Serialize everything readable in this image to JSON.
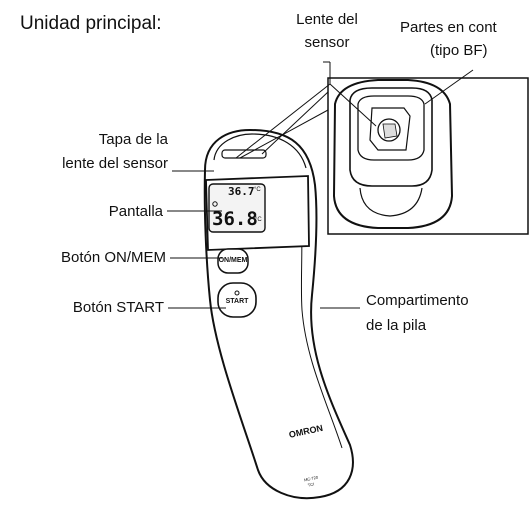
{
  "title": "Unidad principal:",
  "labels": {
    "sensor_lens_line1": "Lente del",
    "sensor_lens_line2": "sensor",
    "contact_parts_line1": "Partes en cont",
    "contact_parts_line2": "(tipo BF)",
    "lens_cover_line1": "Tapa de la",
    "lens_cover_line2": "lente del sensor",
    "display": "Pantalla",
    "on_mem_button": "Botón ON/MEM",
    "start_button": "Botón START",
    "battery_line1": "Compartimento",
    "battery_line2": "de la pila"
  },
  "device": {
    "screen_top_value": "36.7",
    "screen_top_unit": "°C",
    "screen_main_value": "36.8",
    "screen_main_unit": "°C",
    "on_mem_label": "ON/MEM",
    "start_label": "START",
    "brand": "OMRON",
    "model_line1": "MC-720",
    "model_line2": "TCI"
  },
  "colors": {
    "line": "#111111",
    "fill": "#ffffff",
    "screen": "#f3f3f3"
  }
}
